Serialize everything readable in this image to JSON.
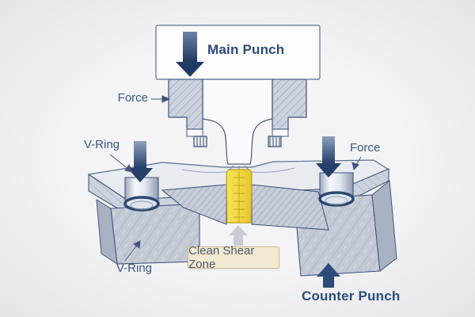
{
  "diagram": {
    "labels": {
      "main_punch": "Main Punch",
      "force_left": "Force",
      "force_right": "Force",
      "v_ring_top": "V-Ring",
      "v_ring_bottom": "V-Ring",
      "clean_shear_zone": "Clean Shear Zone",
      "counter_punch": "Counter Punch"
    },
    "colors": {
      "accent_navy": "#2b4a7d",
      "label_text": "#3a567e",
      "outline": "#44547a",
      "shear_zone_yellow": "#f2d83f",
      "shear_zone_edge": "#c7a92a",
      "callout_bg": "#f1ead1",
      "callout_border": "#ccc093",
      "metal_light": "#e8ebf0",
      "metal_mid": "#c9cfda",
      "metal_shadow": "#a9b2c2",
      "background": "#f0f0f2"
    },
    "icons": {
      "main_punch_arrow": "arrow-down",
      "left_force_arrow": "arrow-down",
      "right_force_arrow": "arrow-down",
      "shear_zone_arrow": "arrow-up",
      "counter_punch_arrow": "arrow-up"
    }
  }
}
